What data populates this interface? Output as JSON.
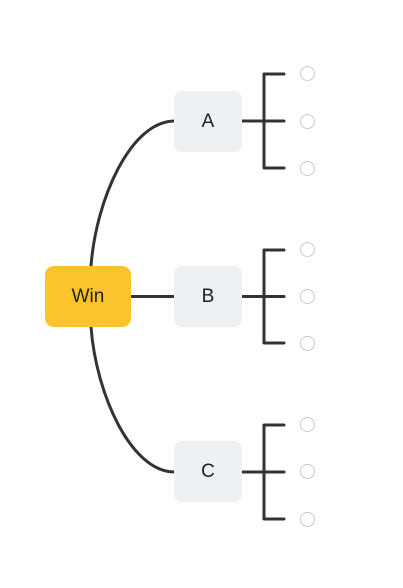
{
  "colors": {
    "root_fill": "#fcc32a",
    "child_fill": "#eef1f4",
    "connector": "#333333",
    "leaf_border": "#c9c9c9"
  },
  "root": {
    "label": "Win"
  },
  "children": [
    {
      "label": "A",
      "leaf_count": 3
    },
    {
      "label": "B",
      "leaf_count": 3
    },
    {
      "label": "C",
      "leaf_count": 3
    }
  ]
}
